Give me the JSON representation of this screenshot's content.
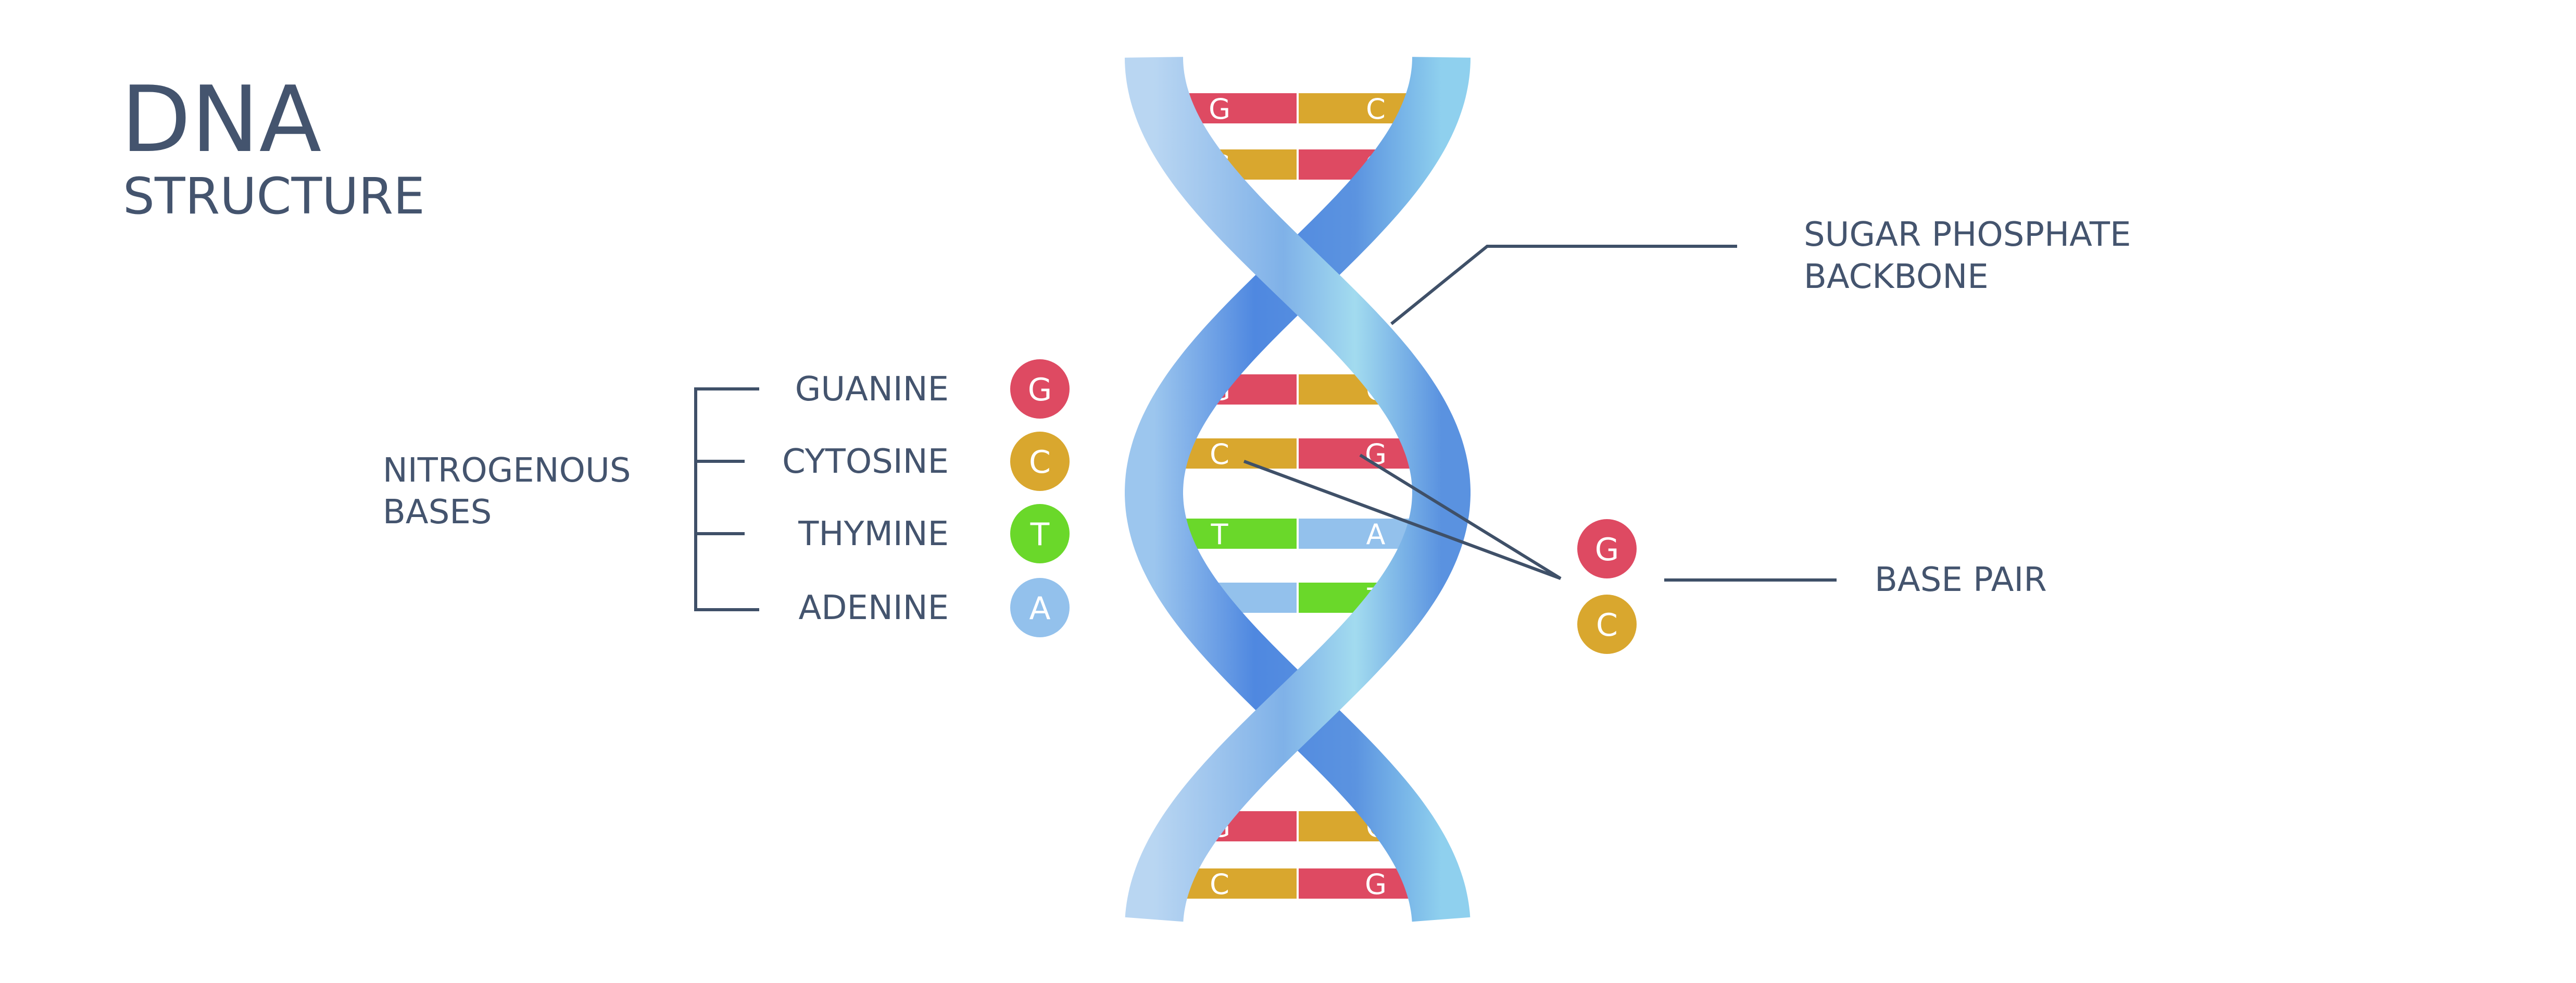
{
  "title": {
    "main": "DNA",
    "sub": "STRUCTURE"
  },
  "colors": {
    "G": "#de4a62",
    "C": "#d9a72e",
    "T": "#6ad82a",
    "A": "#93c1ec",
    "text": "#44546e",
    "strand_dark": "#4f88e0",
    "strand_light": "#a2dbef"
  },
  "legend": {
    "group_label_line1": "NITROGENOUS",
    "group_label_line2": "BASES",
    "items": [
      {
        "name": "GUANINE",
        "letter": "G"
      },
      {
        "name": "CYTOSINE",
        "letter": "C"
      },
      {
        "name": "THYMINE",
        "letter": "T"
      },
      {
        "name": "ADENINE",
        "letter": "A"
      }
    ]
  },
  "backbone_label": {
    "line1": "SUGAR PHOSPHATE",
    "line2": "BACKBONE"
  },
  "base_pair_label": {
    "text": "BASE PAIR",
    "top": "G",
    "bottom": "C"
  },
  "helix_pairs": [
    {
      "left": "G",
      "right": "C"
    },
    {
      "left": "C",
      "right": "G"
    },
    {
      "left": "G",
      "right": "C"
    },
    {
      "left": "C",
      "right": "G"
    },
    {
      "left": "T",
      "right": "A"
    },
    {
      "left": "A",
      "right": "T"
    },
    {
      "left": "G",
      "right": "C"
    },
    {
      "left": "C",
      "right": "G"
    }
  ]
}
